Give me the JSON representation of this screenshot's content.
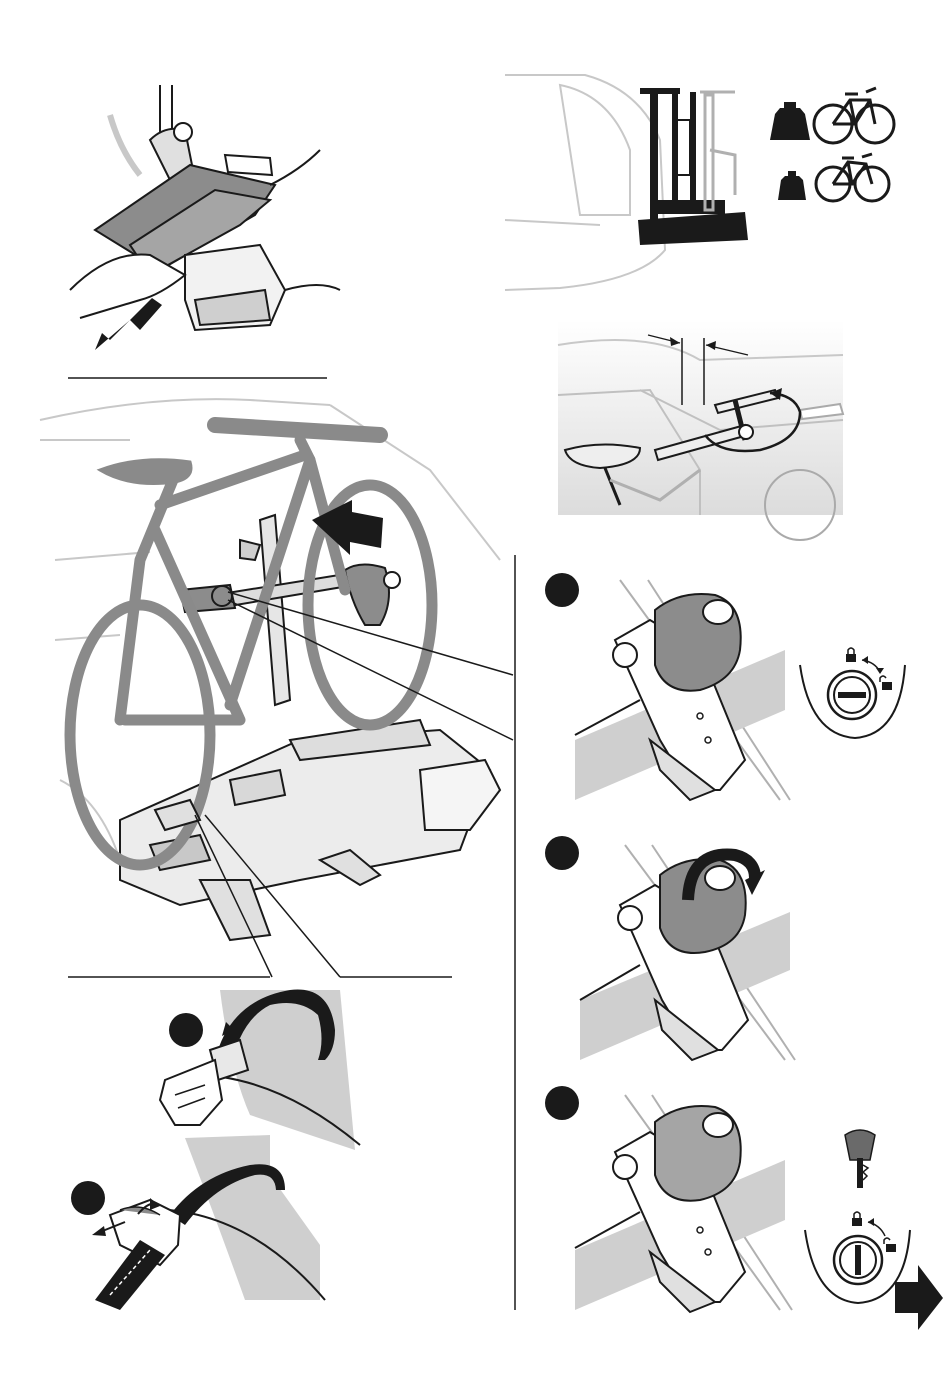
{
  "colors": {
    "ink": "#1a1a1a",
    "bike_gray": "#8a8a8a",
    "rack_gray": "#9a9a9a",
    "light_gray": "#d0d0d0",
    "strap_gray": "#c4c4c4",
    "badge": "#1a1a1a"
  },
  "icons": [
    "hand-pulling-rack-illustration",
    "car-rear-with-rack-silhouette",
    "heavy-weight-icon",
    "light-weight-icon",
    "bicycle-icon",
    "rack-arm-clearance-illustration",
    "bike-mounting-illustration",
    "frame-holder-knob-illustration",
    "padlock-closed-icon",
    "padlock-open-icon",
    "key-icon",
    "next-page-arrow-icon"
  ],
  "steps": [
    {
      "id": "step-1",
      "state": "unlocked"
    },
    {
      "id": "step-2",
      "state": "tightening"
    },
    {
      "id": "step-3",
      "state": "locked"
    }
  ],
  "strap_steps": [
    {
      "id": "strap-fasten"
    },
    {
      "id": "strap-release"
    }
  ]
}
